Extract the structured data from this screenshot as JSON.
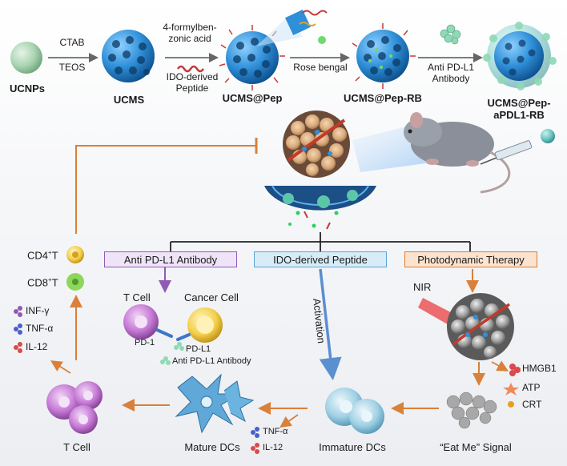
{
  "synthesis": {
    "ucnps": "UCNPs",
    "ctab": "CTAB",
    "teos": "TEOS",
    "ucms": "UCMS",
    "formyl_line1": "4-formylben-",
    "formyl_line2": "zonic acid",
    "ido_line1": "IDO-derived",
    "ido_line2": "Peptide",
    "ucms_pep": "UCMS@Pep",
    "rose_bengal": "Rose bengal",
    "ucms_pep_rb": "UCMS@Pep-RB",
    "anti_line1": "Anti PD-L1",
    "anti_line2": "Antibody",
    "final_line1": "UCMS@Pep-",
    "final_line2": "aPDL1-RB"
  },
  "branches": {
    "anti_pdl1": "Anti PD-L1 Antibody",
    "ido_peptide": "IDO-derived Peptide",
    "pdt": "Photodynamic Therapy"
  },
  "tcells_side": {
    "cd4": "CD4",
    "cd8": "CD8",
    "t_suffix": "T",
    "cytokines": [
      "INF-γ",
      "TNF-α",
      "IL-12"
    ]
  },
  "checkpoint": {
    "t_cell": "T Cell",
    "cancer_cell": "Cancer Cell",
    "pd1": "PD-1",
    "pdl1": "PD-L1",
    "antibody": "Anti PD-L1 Antibody"
  },
  "activation": "Activation",
  "pdt_panel": {
    "nir": "NIR",
    "damps": [
      "HMGB1",
      "ATP",
      "CRT"
    ],
    "eat_me": "“Eat Me” Signal"
  },
  "bottom_row": {
    "t_cell": "T Cell",
    "mature_dcs": "Mature DCs",
    "immature_dcs": "Immature DCs",
    "cytokines": [
      "TNF-α",
      "IL-12"
    ]
  },
  "colors": {
    "arrow_orange": "#d9803a",
    "arrow_purple": "#8f5bb5",
    "arrow_blue": "#5a8fd0",
    "particle_blue": "#2f8fd8",
    "ucnp_green": "#a9d3b1",
    "tumor_tan": "#d8a878"
  }
}
